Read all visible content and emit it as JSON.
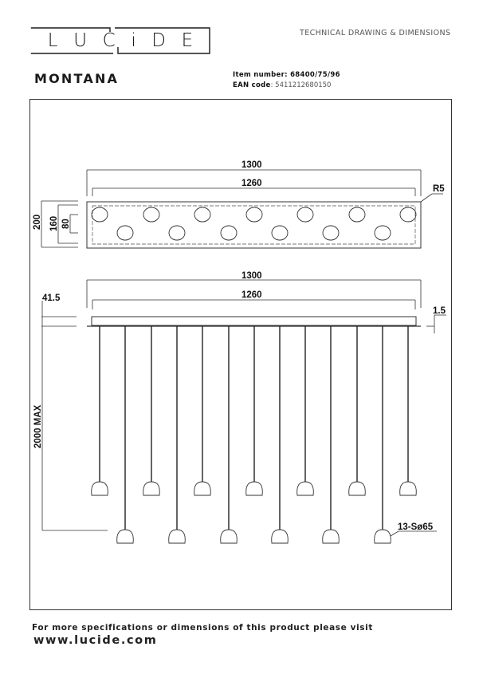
{
  "header": {
    "brand": {
      "letters": [
        "L",
        "U",
        "C",
        "i",
        "D",
        "E"
      ],
      "name": "LUCIDE"
    },
    "subtitle": "TECHNICAL DRAWING & DIMENSIONS",
    "product_name": "MONTANA",
    "item_number_label": "Item number: ",
    "item_number": "68400/75/96",
    "ean_label": "EAN code",
    "ean_value": ": 5411212680150"
  },
  "drawing": {
    "top_view": {
      "outer_length": "1300",
      "inner_length": "1260",
      "radius": "R5",
      "width_total": "200",
      "width_inner": "160",
      "row_spacing": "80",
      "holes_top_row": 7,
      "holes_bottom_row": 6
    },
    "side_view": {
      "outer_length": "1300",
      "inner_length": "1260",
      "canopy_height": "41.5",
      "plate_thickness": "1.5",
      "max_drop": "2000 MAX",
      "pendant_spec": "13-Sø65",
      "pendant_count": 13
    }
  },
  "footer": {
    "info_text": "For more specifications or dimensions of this product please visit",
    "url": "www.lucide.com"
  }
}
